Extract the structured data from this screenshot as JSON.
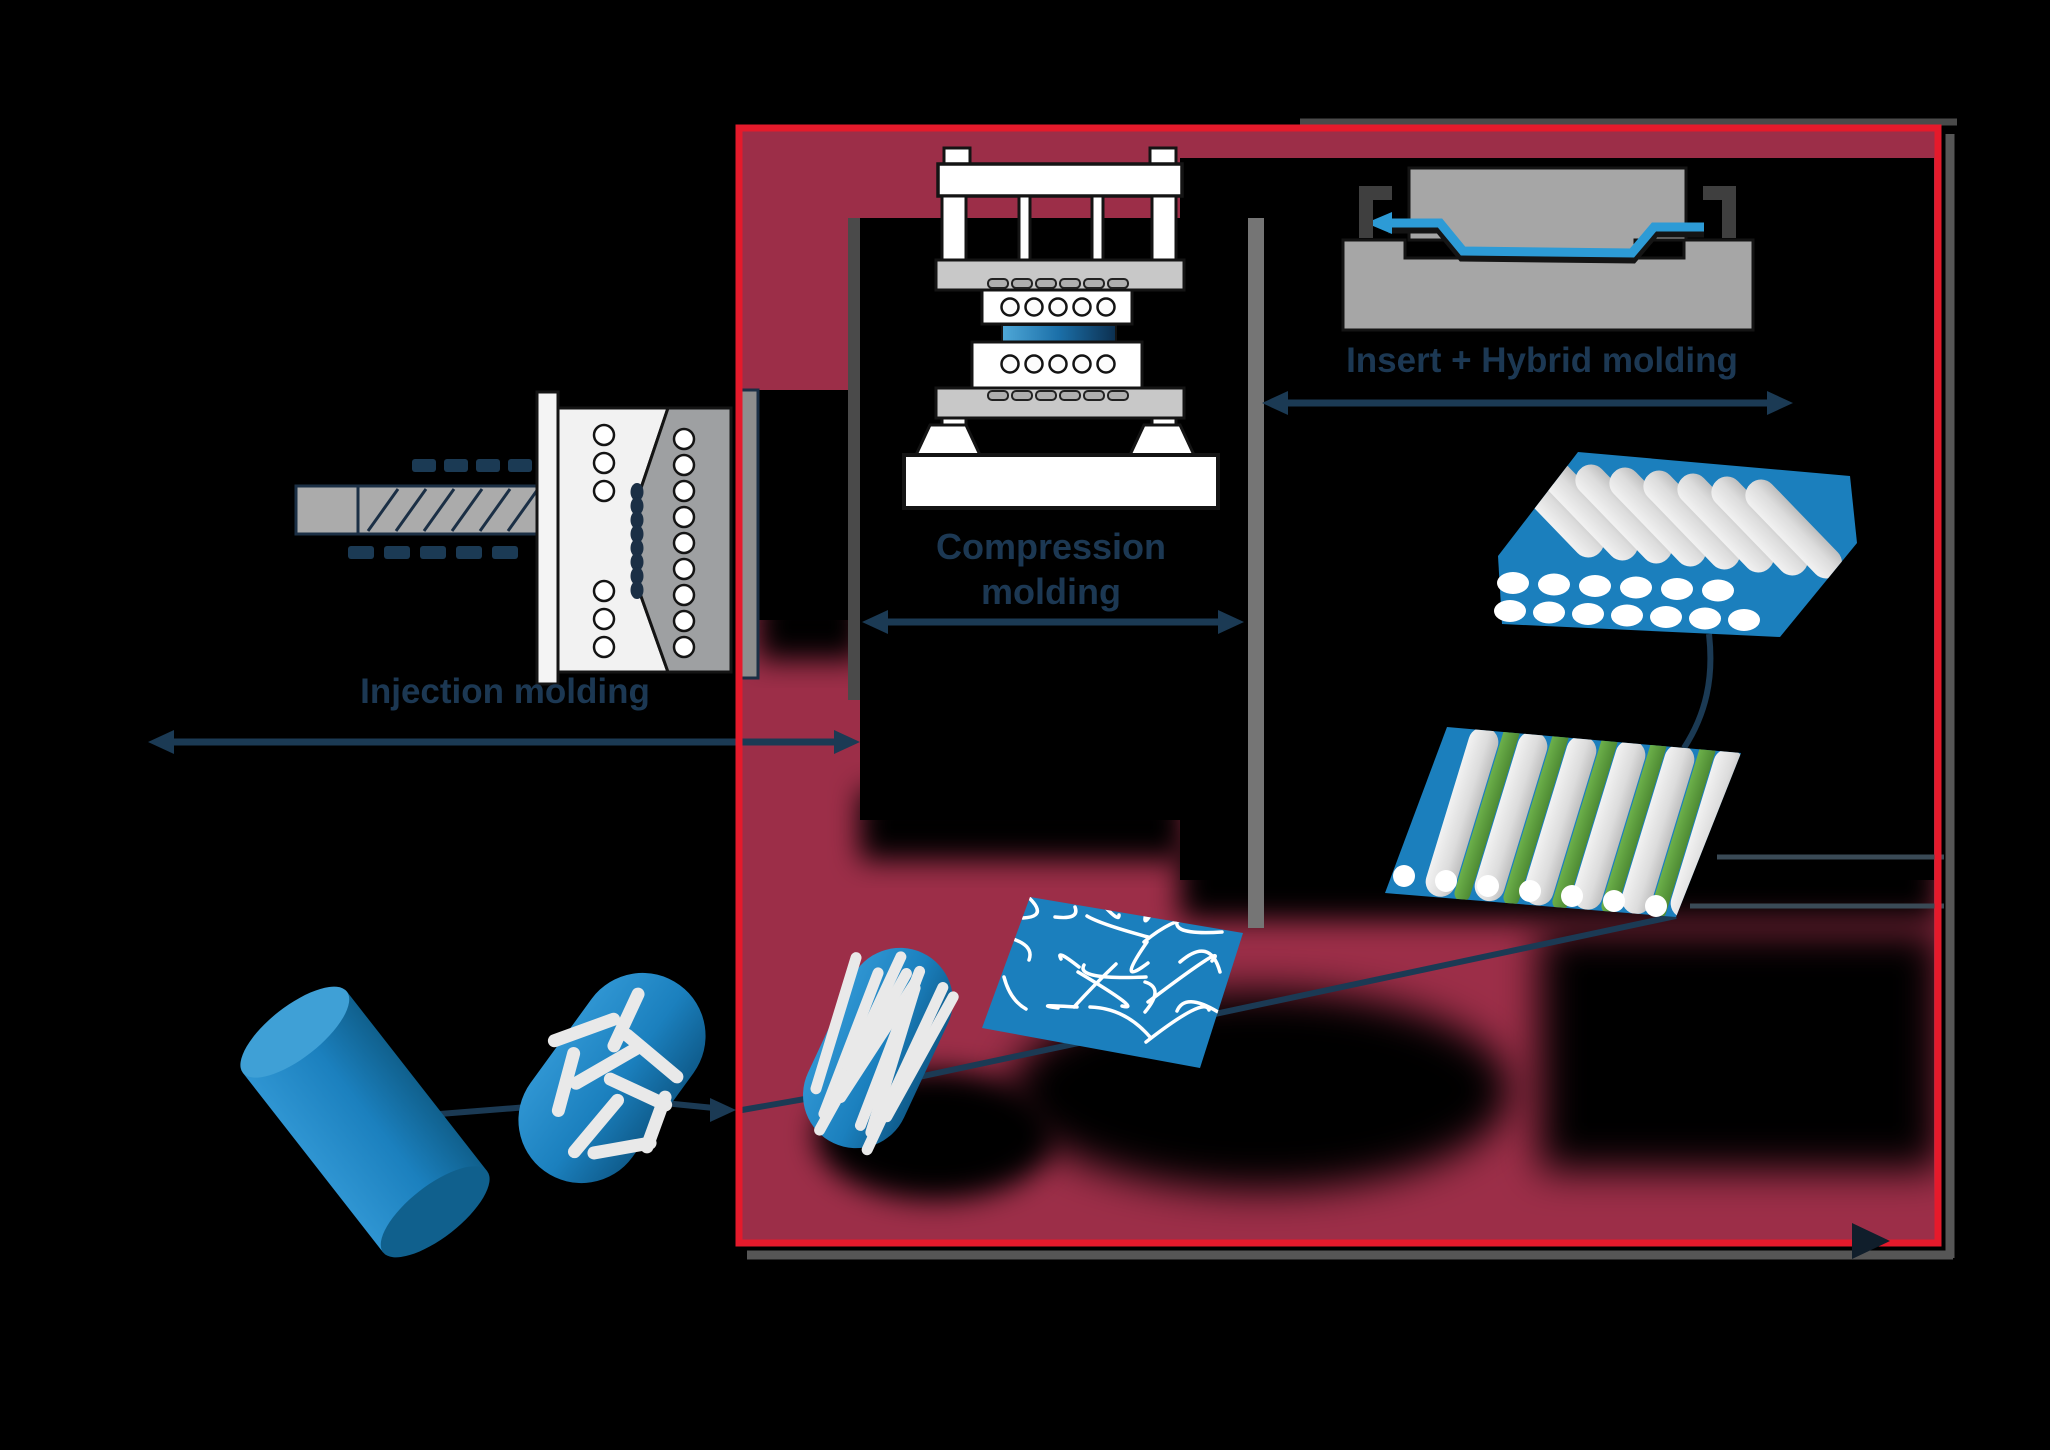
{
  "labels": {
    "injection_molding": "Injection molding",
    "compression_line1": "Compression",
    "compression_line2": "molding",
    "insert_hybrid": "Insert + Hybrid molding"
  },
  "colors": {
    "background": "#000000",
    "box_fill": "#9C2E48",
    "box_border": "#E51A2B",
    "box_shadow": "#565656",
    "label_text": "#1C3853",
    "connector_navy": "#1B3A54",
    "connector_slate": "#3A4A56",
    "pellet_blue": "#1B80BE",
    "pellet_blue_light": "#2F95D2",
    "pellet_blue_dark": "#10608D",
    "formed_sheet_blue": "#2D9BD6",
    "fiber_white": "#E9E9E9",
    "fiber_green": "#5AA03C",
    "machine_gray": "#ABABAB",
    "press_platen_gray": "#C8C8C8",
    "mold_gray": "#A6A6A6",
    "divider_gray_left": "#4A4A4A",
    "divider_gray_right": "#757575"
  },
  "icons": [
    {
      "name": "double-arrow-injection",
      "meaning": "extent of injection molding zone"
    },
    {
      "name": "double-arrow-compression",
      "meaning": "extent of compression molding zone"
    },
    {
      "name": "double-arrow-insert-hybrid",
      "meaning": "extent of insert / hybrid molding zone"
    },
    {
      "name": "flow-arrow-into-box",
      "meaning": "material flow from pellets into process box"
    },
    {
      "name": "corner-arrow",
      "meaning": "flow arrow at bottom-right corner of box"
    }
  ]
}
